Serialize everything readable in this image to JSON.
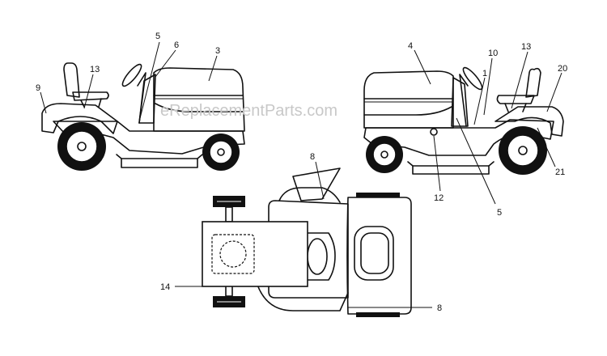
{
  "watermark": "eReplacementParts.com",
  "callouts": {
    "left_view": [
      "5",
      "6",
      "3",
      "13",
      "9"
    ],
    "right_view": [
      "4",
      "10",
      "13",
      "20",
      "1",
      "12",
      "5",
      "21"
    ],
    "top_view": [
      "8",
      "14",
      "8"
    ]
  }
}
